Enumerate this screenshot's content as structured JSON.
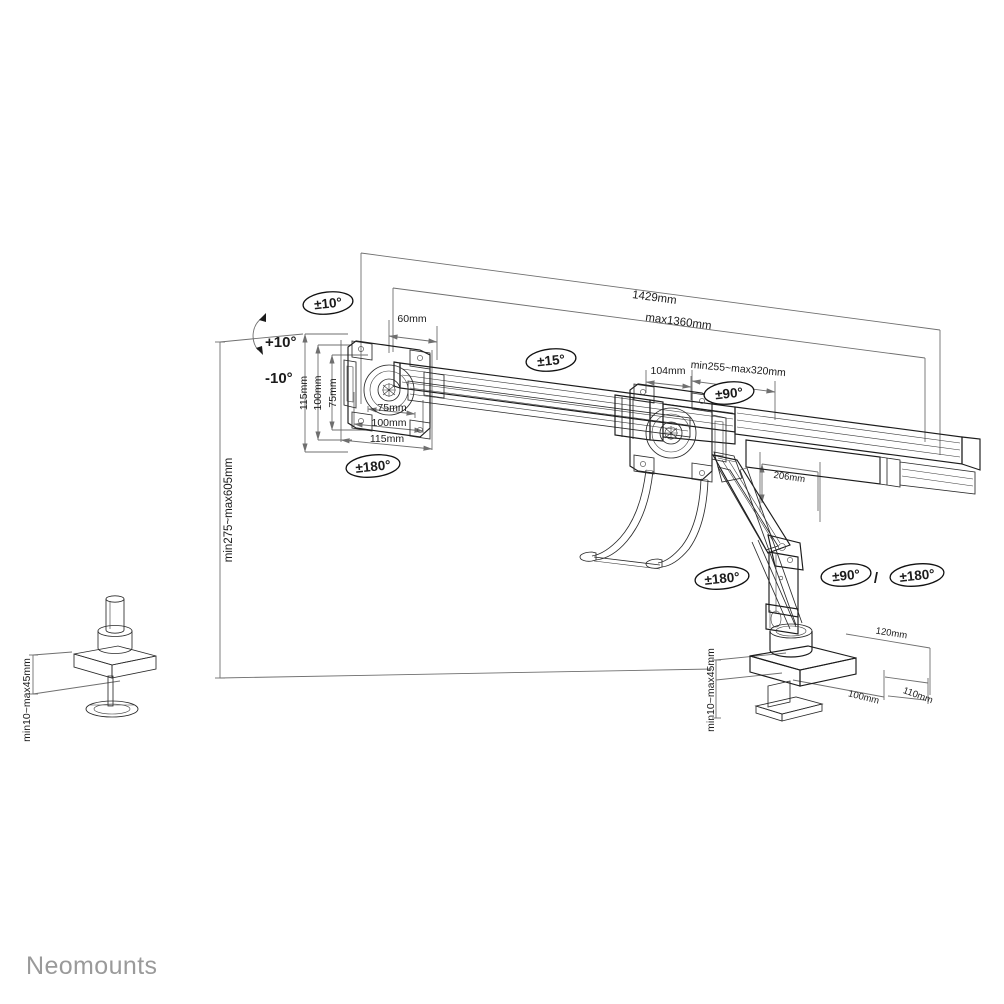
{
  "brand": {
    "name": "Neomounts"
  },
  "drawing": {
    "title": "Triple monitor desk mount — dimensioned technical drawing",
    "background_color": "#ffffff",
    "line_color": "#1b1b1b",
    "dimension_line_color": "#6f6f6f"
  },
  "dimensions": {
    "overall_width_outer": "1429mm",
    "overall_width_inner": "max1360mm",
    "column_height": "min275~max605mm",
    "left_monitor_offset": "60mm",
    "vesa_vertical_115": "115mm",
    "vesa_vertical_100": "100mm",
    "vesa_vertical_75": "75mm",
    "vesa_horizontal_75": "75mm",
    "vesa_horizontal_100": "100mm",
    "vesa_horizontal_115": "115mm",
    "center_mount_offset": "104mm",
    "arm_reach": "min255~max320mm",
    "pole_height": "206mm",
    "clamp_depth_120": "120mm",
    "clamp_depth_100": "100mm",
    "clamp_width_110": "110mm",
    "clamp_thickness_main": "min10~max45mm",
    "clamp_thickness_detail": "min10~max45mm"
  },
  "angles": {
    "tilt_up": "+10°",
    "tilt_down": "-10°",
    "vesa_rotate": "±10°",
    "crossbar_tilt": "±15°",
    "head_swivel": "±90°",
    "monitor_rotate": "±180°",
    "arm_swivel": "±90°",
    "base_rotate": "±180°",
    "pole_rotate": "±180°"
  },
  "labels": {
    "overall_1429": "1429mm",
    "overall_max1360": "max1360mm",
    "height_range": "min275~max605mm",
    "offset_60": "60mm",
    "v115": "115mm",
    "v100": "100mm",
    "v75": "75mm",
    "h75": "75mm",
    "h100": "100mm",
    "h115": "115mm",
    "offset_104": "104mm",
    "reach_255_320": "min255~max320mm",
    "pole_206": "206mm",
    "depth_120": "120mm",
    "depth_100": "100mm",
    "width_110": "110mm",
    "clamp_main": "min10~max45mm",
    "clamp_detail": "min10~max45mm",
    "ang_plus10": "+10°",
    "ang_minus10": "-10°",
    "ang_pm10": "±10°",
    "ang_pm15": "±15°",
    "ang_pm90_head": "±90°",
    "ang_pm180_mid": "±180°",
    "ang_pm90_base": "±90°",
    "ang_pm180_base": "±180°",
    "ang_pm180_left": "±180°",
    "slash": "/"
  }
}
